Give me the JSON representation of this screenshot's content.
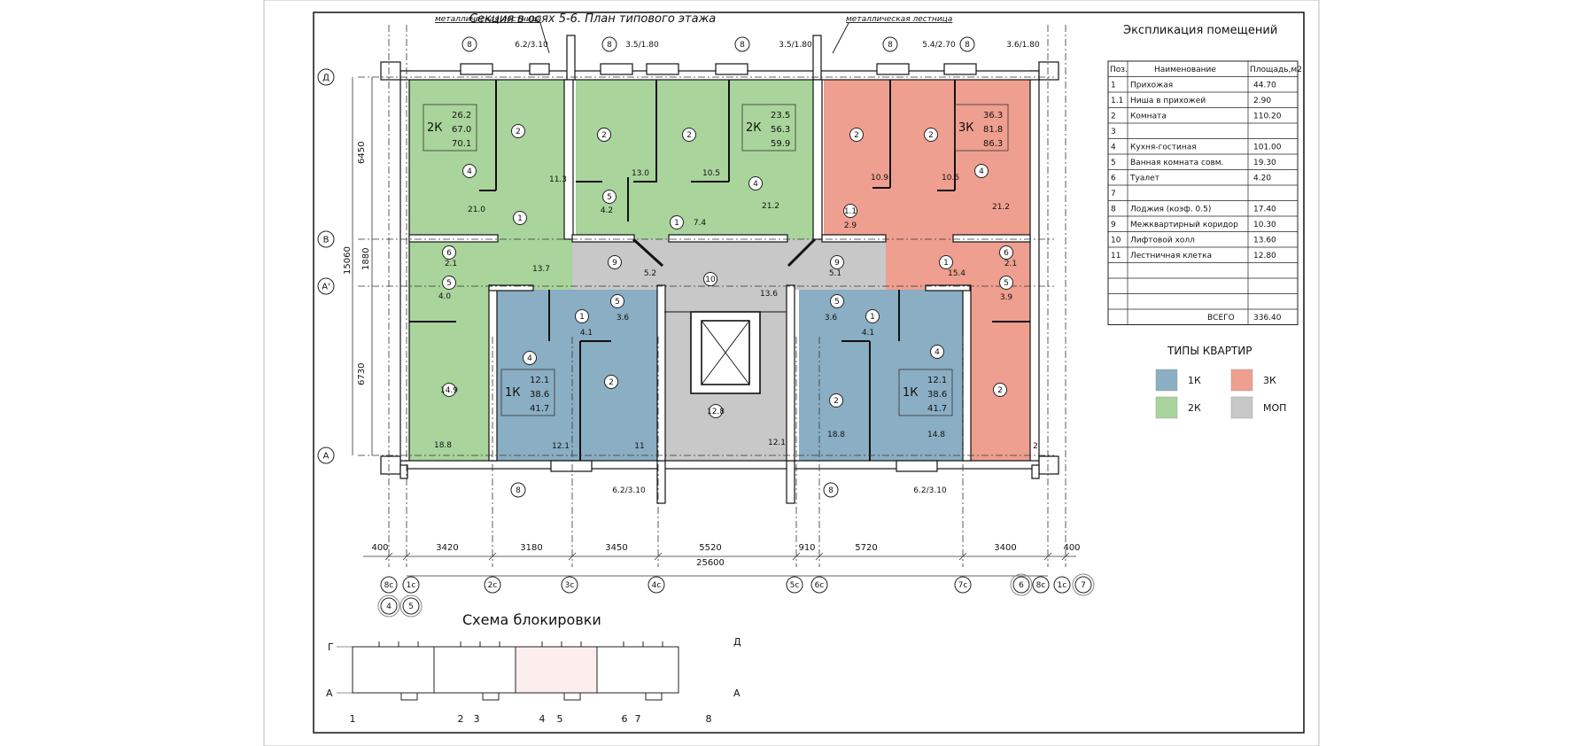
{
  "title": "Секция в осях 5-6. План типового этажа",
  "stair_label_left": "металлическая лестница",
  "stair_label_right": "металлическая лестница",
  "colors": {
    "k1": "#8aaec3",
    "k2": "#a9d49b",
    "k3": "#ee9f8f",
    "mop": "#c8c8c8"
  },
  "top_loggias": [
    {
      "n": "8",
      "area": "6.2/3.10"
    },
    {
      "n": "8",
      "area": "3.5/1.80"
    },
    {
      "n": "8",
      "area": ""
    },
    {
      "n": "8",
      "area": "3.5/1.80"
    },
    {
      "n": "8",
      "area": "5.4/2.70"
    },
    {
      "n": "8",
      "area": "3.6/1.80"
    }
  ],
  "bottom_loggias": [
    {
      "n": "8",
      "area": ""
    },
    {
      "n": "",
      "area": "6.2/3.10"
    },
    {
      "n": "8",
      "area": ""
    },
    {
      "n": "",
      "area": "6.2/3.10"
    }
  ],
  "apartments": [
    {
      "type": "2К",
      "a": "26.2",
      "b": "67.0",
      "c": "70.1"
    },
    {
      "type": "2К",
      "a": "23.5",
      "b": "56.3",
      "c": "59.9"
    },
    {
      "type": "3К",
      "a": "36.3",
      "b": "81.8",
      "c": "86.3"
    },
    {
      "type": "1К",
      "a": "12.1",
      "b": "38.6",
      "c": "41.7"
    },
    {
      "type": "1К",
      "a": "12.1",
      "b": "38.6",
      "c": "41.7"
    }
  ],
  "room_labels": [
    "2",
    "2",
    "4",
    "21.0",
    "1",
    "11.3",
    "2",
    "2",
    "5",
    "4.2",
    "13.0",
    "10.5",
    "4",
    "21.2",
    "1",
    "7.4",
    "2",
    "2",
    "4",
    "10.9",
    "10.6",
    "1.1",
    "2.9",
    "21.2",
    "6",
    "2.1",
    "5",
    "4.0",
    "13.7",
    "9",
    "5.2",
    "10",
    "13.6",
    "9",
    "5.1",
    "1",
    "15.4",
    "6",
    "2.1",
    "5",
    "3.9",
    "1",
    "4.1",
    "5",
    "3.6",
    "1",
    "4.1",
    "5",
    "3.6",
    "4",
    "2",
    "4",
    "2",
    "2",
    "14.9",
    "18.8",
    "12.1",
    "11",
    "12.8",
    "12.1",
    "18.8",
    "14.8",
    "2"
  ],
  "row_axes": [
    "Д",
    "В",
    "А'",
    "А"
  ],
  "left_dims": [
    "6450",
    "15060",
    "1880",
    "6730"
  ],
  "bottom_dims": [
    "400",
    "3420",
    "3180",
    "3450",
    "5520",
    "910",
    "5720",
    "3400",
    "400"
  ],
  "total_dim": "25600",
  "col_axes": [
    "8с",
    "1с",
    "2с",
    "3с",
    "4с",
    "5с",
    "6с",
    "7с",
    "6",
    "8с",
    "1с",
    "7"
  ],
  "col_axes_sub": [
    "4",
    "5"
  ],
  "explication": {
    "title": "Экспликация помещений",
    "headers": [
      "Поз.",
      "Наименование",
      "Площадь,м2"
    ],
    "rows": [
      [
        "1",
        "Прихожая",
        "44.70"
      ],
      [
        "1.1",
        "Ниша в прихожей",
        "2.90"
      ],
      [
        "2",
        "Комната",
        "110.20"
      ],
      [
        "3",
        "",
        ""
      ],
      [
        "4",
        "Кухня-гостиная",
        "101.00"
      ],
      [
        "5",
        "Ванная комната совм.",
        "19.30"
      ],
      [
        "6",
        "Туалет",
        "4.20"
      ],
      [
        "7",
        "",
        ""
      ],
      [
        "8",
        "Лоджия (коэф. 0.5)",
        "17.40"
      ],
      [
        "9",
        "Межквартирный коридор",
        "10.30"
      ],
      [
        "10",
        "Лифтовой холл",
        "13.60"
      ],
      [
        "11",
        "Лестничная клетка",
        "12.80"
      ],
      [
        "",
        "",
        ""
      ],
      [
        "",
        "",
        ""
      ],
      [
        "",
        "",
        ""
      ]
    ],
    "total_label": "ВСЕГО",
    "total_value": "336.40"
  },
  "legend": {
    "title": "ТИПЫ КВАРТИР",
    "items": [
      {
        "label": "1К",
        "color": "#8aaec3"
      },
      {
        "label": "3К",
        "color": "#ee9f8f"
      },
      {
        "label": "2К",
        "color": "#a9d49b"
      },
      {
        "label": "МОП",
        "color": "#c8c8c8"
      }
    ]
  },
  "scheme": {
    "title": "Схема блокировки",
    "left_top": "Г",
    "left_bottom": "А",
    "right_top": "Д",
    "right_bottom": "А",
    "axes": [
      "1",
      "2",
      "3",
      "4",
      "5",
      "6",
      "7",
      "8"
    ]
  }
}
